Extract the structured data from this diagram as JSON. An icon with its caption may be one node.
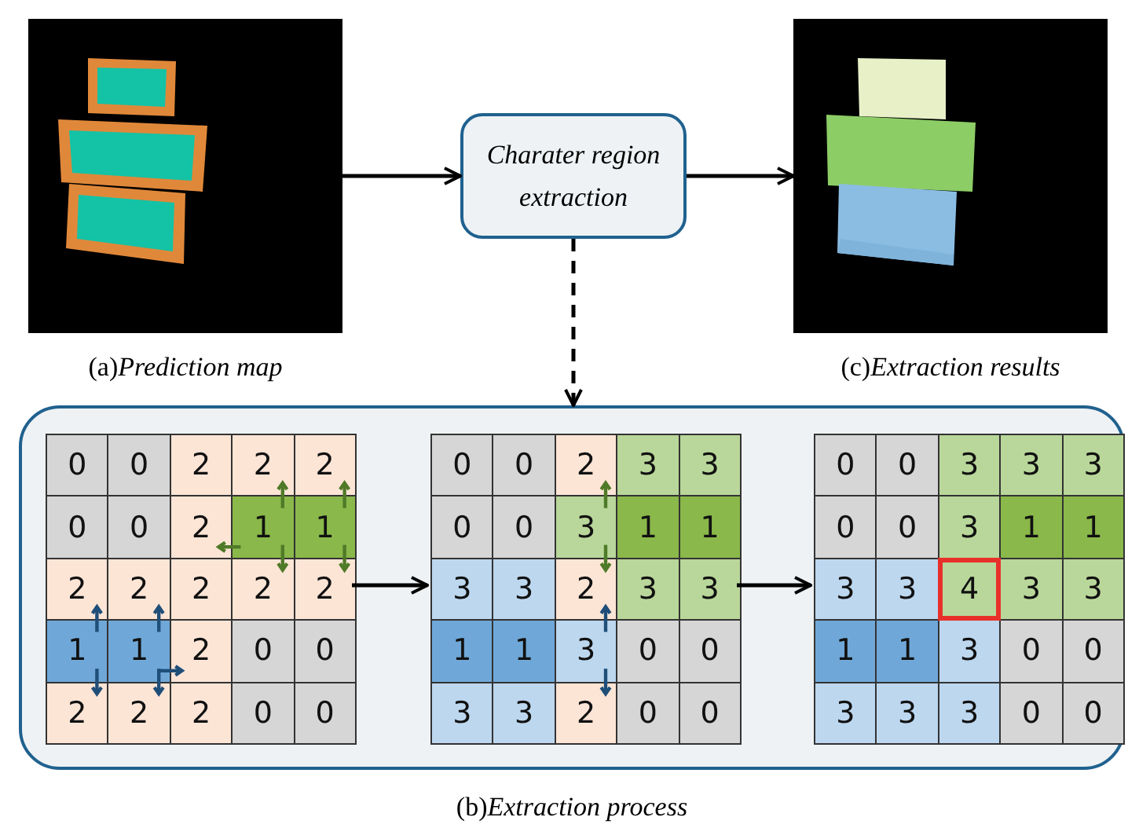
{
  "diagram": {
    "nodes": [
      {
        "text": [],
        "shape": "picture",
        "beside": [
          "(a)*Prediction map*"
        ]
      },
      {
        "text": [
          "Charater region extraction"
        ]
      },
      {
        "text": [],
        "shape": "picture",
        "beside": [
          "(c)*Extraction results*"
        ]
      },
      {
        "text": [
          "(b)*Extraction process*"
        ]
      },
      {
        "text": [],
        "shape": "grid",
        "in": 3
      },
      {
        "text": [],
        "shape": "grid",
        "in": 3
      },
      {
        "text": [],
        "shape": "grid",
        "in": 3
      }
    ],
    "edges": [
      {
        "from": 0,
        "to": 1,
        "arrow": "to"
      },
      {
        "from": 1,
        "to": 2,
        "arrow": "to"
      },
      {
        "from": 1,
        "to": 3,
        "arrow": "to",
        "style": "dashed"
      },
      {
        "from": 4,
        "to": 5,
        "arrow": "to"
      },
      {
        "from": 5,
        "to": 6,
        "arrow": "to"
      }
    ],
    "labels": [
      "0",
      "0",
      "2",
      "2",
      "2",
      "0",
      "0",
      "2",
      "1",
      "1",
      "2",
      "2",
      "2",
      "2",
      "2",
      "1",
      "1",
      "2",
      "0",
      "0",
      "2",
      "2",
      "2",
      "0",
      "0",
      "0",
      "0",
      "2",
      "3",
      "3",
      "0",
      "0",
      "3",
      "1",
      "1",
      "3",
      "3",
      "2",
      "3",
      "3",
      "1",
      "1",
      "3",
      "0",
      "0",
      "3",
      "3",
      "2",
      "0",
      "0",
      "0",
      "0",
      "3",
      "3",
      "3",
      "0",
      "0",
      "3",
      "1",
      "1",
      "3",
      "3",
      "4",
      "3",
      "3",
      "1",
      "1",
      "3",
      "0",
      "0",
      "3",
      "3",
      "3",
      "0",
      "0"
    ]
  }
}
